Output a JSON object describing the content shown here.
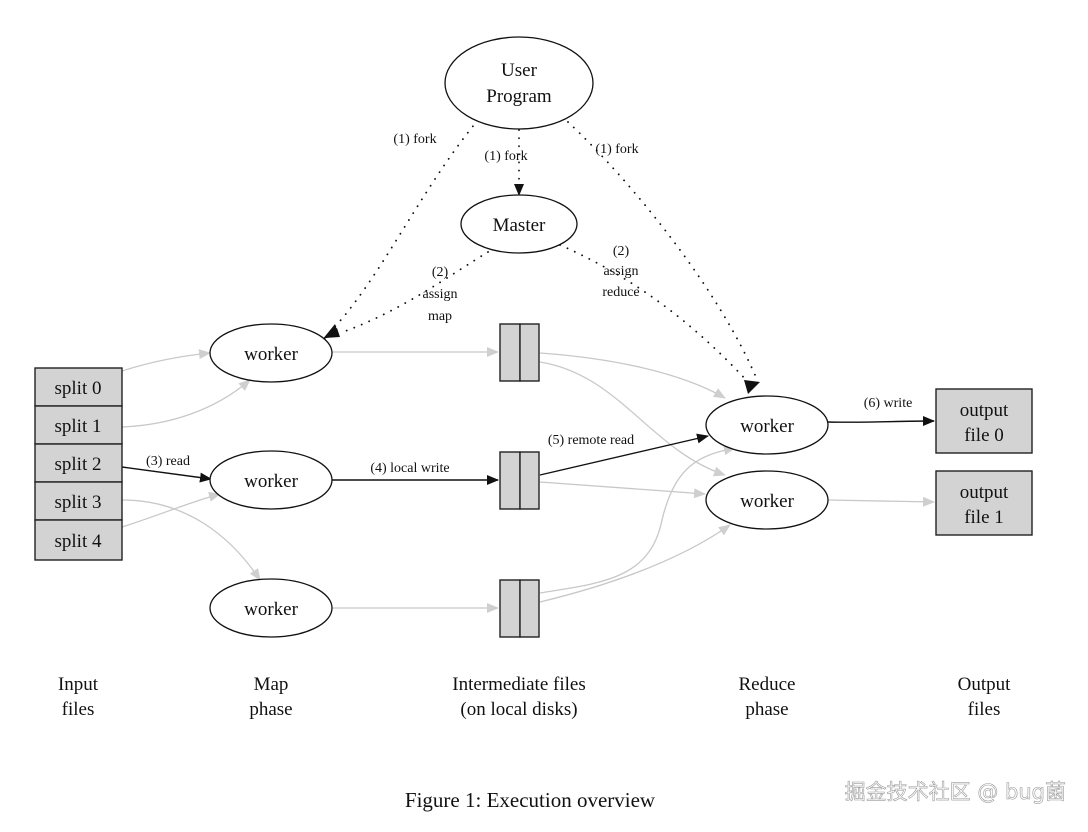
{
  "diagram": {
    "nodes": {
      "user_program": [
        "User",
        "Program"
      ],
      "master": "Master",
      "map_worker_1": "worker",
      "map_worker_2": "worker",
      "map_worker_3": "worker",
      "reduce_worker_1": "worker",
      "reduce_worker_2": "worker",
      "splits": [
        "split 0",
        "split 1",
        "split 2",
        "split 3",
        "split 4"
      ],
      "output_files": [
        [
          "output",
          "file 0"
        ],
        [
          "output",
          "file 1"
        ]
      ]
    },
    "edges": {
      "fork_left": "(1) fork",
      "fork_center": "(1) fork",
      "fork_right": "(1) fork",
      "assign_map": [
        "(2)",
        "assign",
        "map"
      ],
      "assign_reduce": [
        "(2)",
        "assign",
        "reduce"
      ],
      "read": "(3) read",
      "local_write": "(4) local write",
      "remote_read": "(5) remote read",
      "write": "(6) write"
    },
    "phases": [
      [
        "Input",
        "files"
      ],
      [
        "Map",
        "phase"
      ],
      [
        "Intermediate files",
        "(on local disks)"
      ],
      [
        "Reduce",
        "phase"
      ],
      [
        "Output",
        "files"
      ]
    ],
    "caption": "Figure 1: Execution overview",
    "watermark": "掘金技术社区 @ bug菌"
  }
}
